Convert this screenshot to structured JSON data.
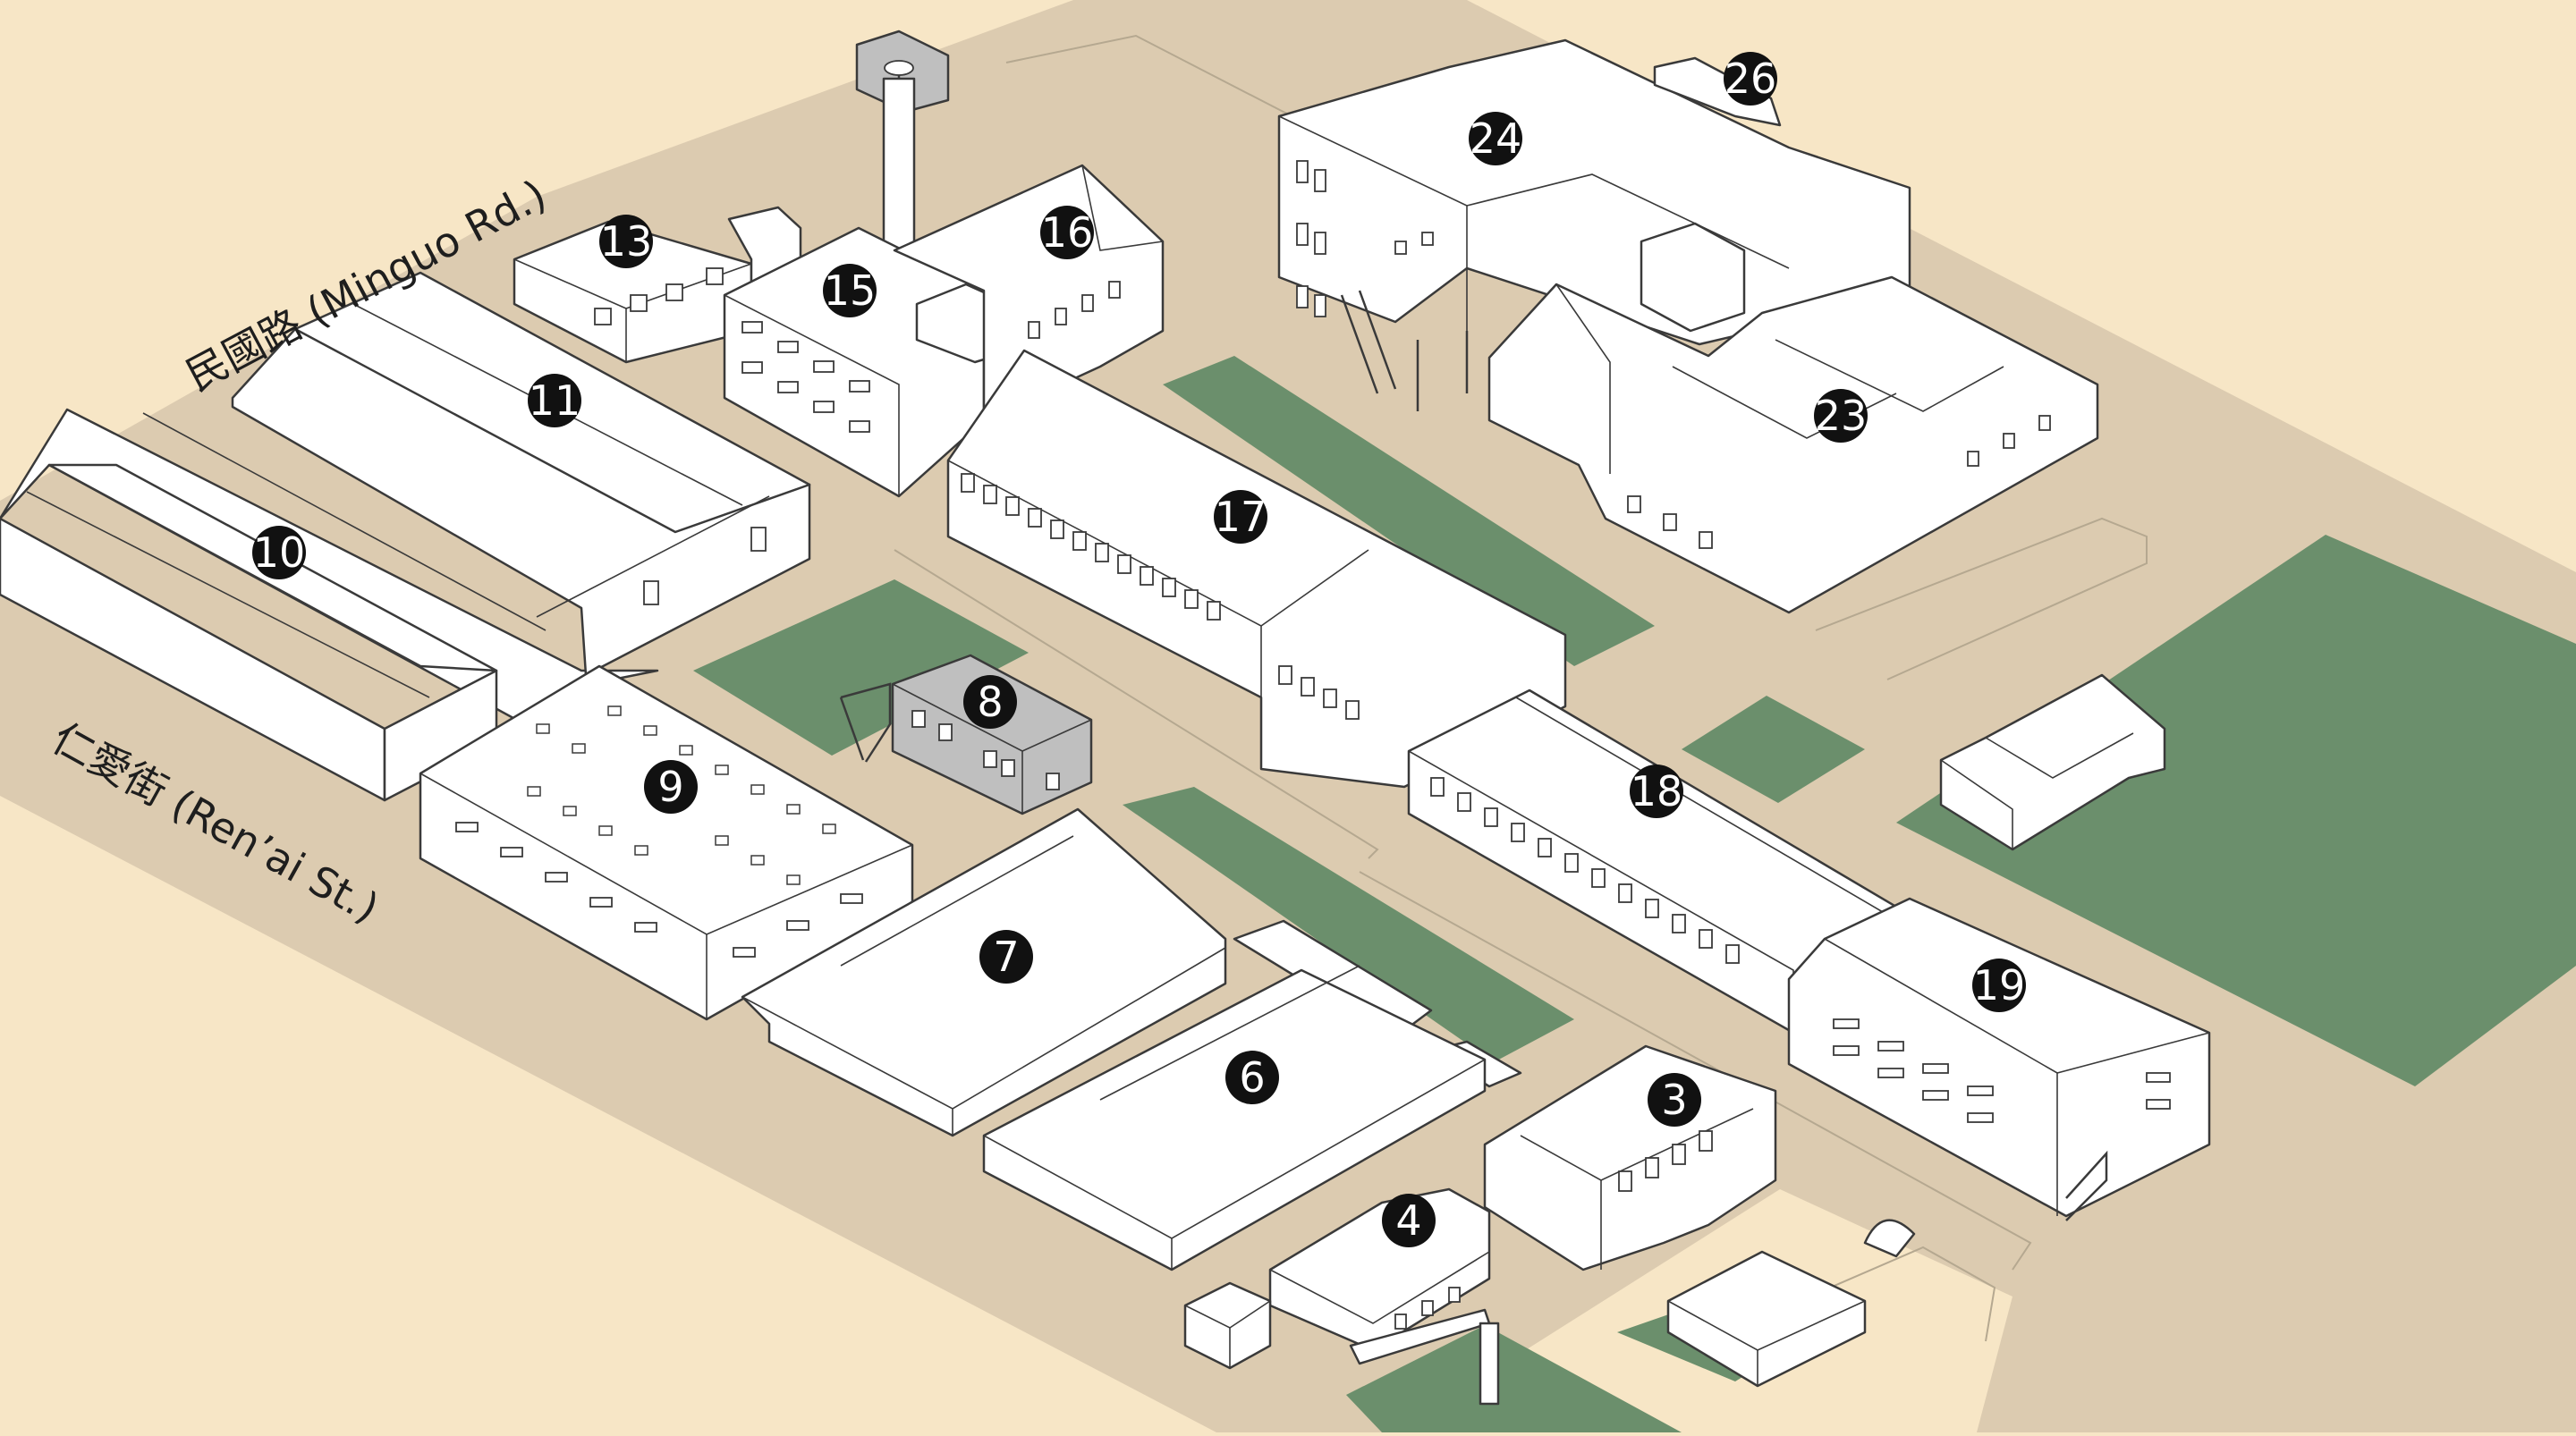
{
  "colors": {
    "background": "#f7e6c6",
    "ground": "#dccbb0",
    "lawn": "#6b8f6c",
    "building_fill": "#ffffff",
    "building_outline": "#3a3a3a",
    "highlight_building": "#bfbfbf",
    "marker_fill": "#111111",
    "marker_text": "#ffffff"
  },
  "roads": {
    "minguo": "民國路 (Minguo Rd.)",
    "renai": "仁愛街 (Ren’ai St.)"
  },
  "buildings": [
    {
      "id": "b3",
      "label": "3"
    },
    {
      "id": "b4",
      "label": "4"
    },
    {
      "id": "b6",
      "label": "6"
    },
    {
      "id": "b7",
      "label": "7"
    },
    {
      "id": "b8",
      "label": "8"
    },
    {
      "id": "b9",
      "label": "9"
    },
    {
      "id": "b10",
      "label": "10"
    },
    {
      "id": "b11",
      "label": "11"
    },
    {
      "id": "b13",
      "label": "13"
    },
    {
      "id": "b15",
      "label": "15"
    },
    {
      "id": "b16",
      "label": "16"
    },
    {
      "id": "b17",
      "label": "17"
    },
    {
      "id": "b18",
      "label": "18"
    },
    {
      "id": "b19",
      "label": "19"
    },
    {
      "id": "b23",
      "label": "23"
    },
    {
      "id": "b24",
      "label": "24"
    },
    {
      "id": "b26",
      "label": "26"
    }
  ]
}
